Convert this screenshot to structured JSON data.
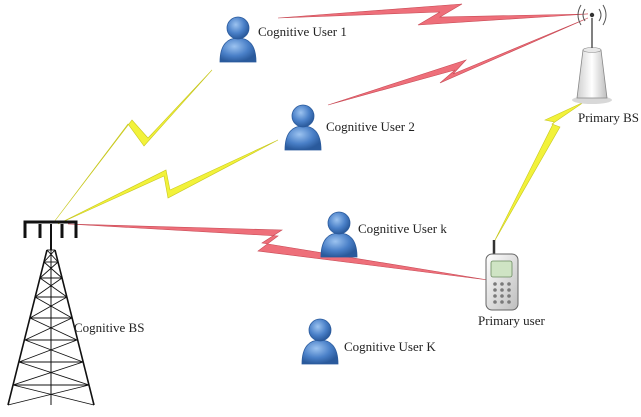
{
  "labels": {
    "cognitive_user_1": "Cognitive User 1",
    "cognitive_user_2": "Cognitive User 2",
    "cognitive_user_k": "Cognitive User k",
    "cognitive_user_K": "Cognitive User K",
    "primary_bs": "Primary BS",
    "primary_user": "Primary user",
    "cognitive_bs": "Cognitive BS"
  },
  "colors": {
    "interference_link": "#ee6f7a",
    "cognitive_link": "#f2f23a",
    "user_icon": "#4a80c8",
    "tower": "#111111"
  }
}
